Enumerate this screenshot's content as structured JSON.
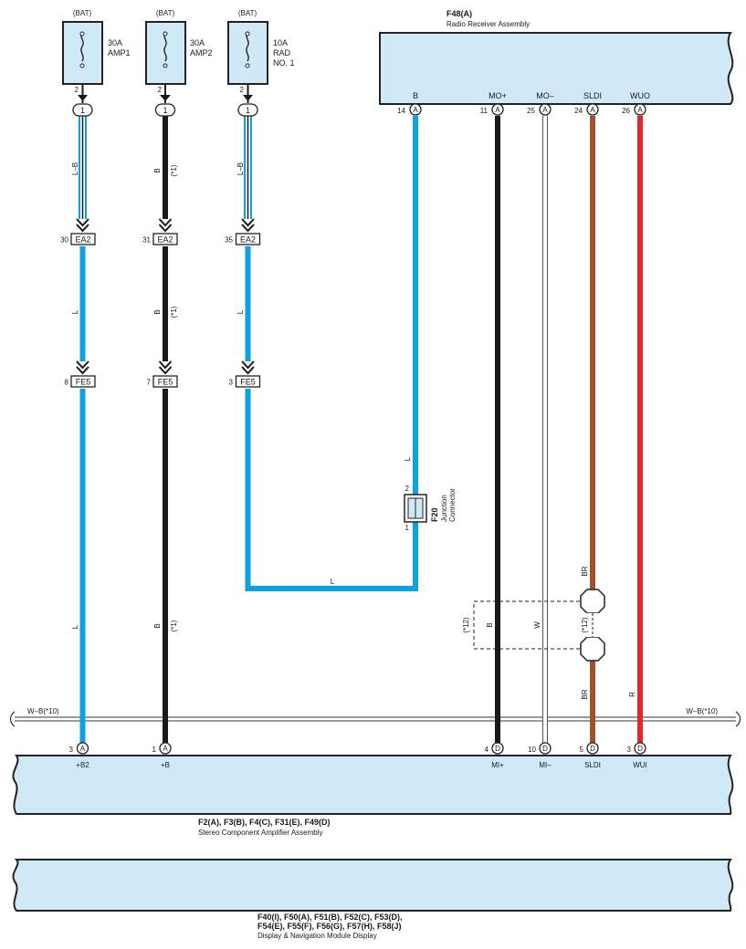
{
  "fuses": [
    {
      "supply": "(BAT)",
      "rating": "30A",
      "name": "AMP1",
      "pin": "2",
      "junction_pin": "1"
    },
    {
      "supply": "(BAT)",
      "rating": "30A",
      "name": "AMP2",
      "pin": "2",
      "junction_pin": "1"
    },
    {
      "supply": "(BAT)",
      "rating": "10A",
      "name": "RAD",
      "name2": "NO. 1",
      "pin": "2",
      "junction_pin": "1"
    }
  ],
  "radio": {
    "id": "F48(A)",
    "name": "Radio Receiver Assembly",
    "terminals": [
      {
        "label": "B",
        "pin": "14",
        "conn": "A"
      },
      {
        "label": "MO+",
        "pin": "11",
        "conn": "A"
      },
      {
        "label": "MO–",
        "pin": "25",
        "conn": "A"
      },
      {
        "label": "SLDI",
        "pin": "24",
        "conn": "A"
      },
      {
        "label": "WUO",
        "pin": "26",
        "conn": "A"
      }
    ]
  },
  "connectors": {
    "ea2": [
      {
        "pin": "30",
        "name": "EA2"
      },
      {
        "pin": "31",
        "name": "EA2"
      },
      {
        "pin": "35",
        "name": "EA2"
      }
    ],
    "fe5": [
      {
        "pin": "8",
        "name": "FE5"
      },
      {
        "pin": "7",
        "name": "FE5"
      },
      {
        "pin": "3",
        "name": "FE5"
      }
    ]
  },
  "wire_labels": {
    "col1": [
      "L–B",
      "L",
      "L"
    ],
    "col2": [
      "B",
      "(*1)",
      "B",
      "(*1)",
      "B",
      "(*1)"
    ],
    "col3": [
      "L–B",
      "L"
    ],
    "b_line": [
      "L",
      "L"
    ],
    "mo_plus": [
      "B",
      "(*12)"
    ],
    "mo_minus": [
      "W"
    ],
    "sldi": [
      "BR",
      "(*12)",
      "BR"
    ],
    "wuo": [
      "R"
    ]
  },
  "junction": {
    "id": "F20",
    "line1": "Junction",
    "line2": "Connector",
    "pin_top": "2",
    "pin_bottom": "1"
  },
  "shield": {
    "left_label": "W–B(*10)",
    "right_label": "W–B(*10)"
  },
  "amplifier": {
    "ids": "F2(A), F3(B), F4(C), F31(E), F49(D)",
    "name": "Stereo Component Amplifier Assembly",
    "terminals": [
      {
        "pin": "3",
        "conn": "A",
        "label": "+B2"
      },
      {
        "pin": "1",
        "conn": "A",
        "label": "+B"
      },
      {
        "pin": "4",
        "conn": "D",
        "label": "MI+"
      },
      {
        "pin": "10",
        "conn": "D",
        "label": "MI–"
      },
      {
        "pin": "5",
        "conn": "D",
        "label": "SLDI"
      },
      {
        "pin": "3",
        "conn": "D",
        "label": "WUI"
      }
    ]
  },
  "display": {
    "ids_line1": "F40(I), F50(A), F51(B), F52(C), F53(D),",
    "ids_line2": "F54(E), F55(F), F56(G), F57(H), F58(J)",
    "name": "Display & Navigation Module Display"
  },
  "colors": {
    "wire_blue": "#0aa3e0",
    "wire_black": "#1a1a1a",
    "wire_white": "#ffffff",
    "wire_brown": "#a0522d",
    "wire_red": "#e3262b",
    "panel_fill": "#cfe9f7"
  }
}
